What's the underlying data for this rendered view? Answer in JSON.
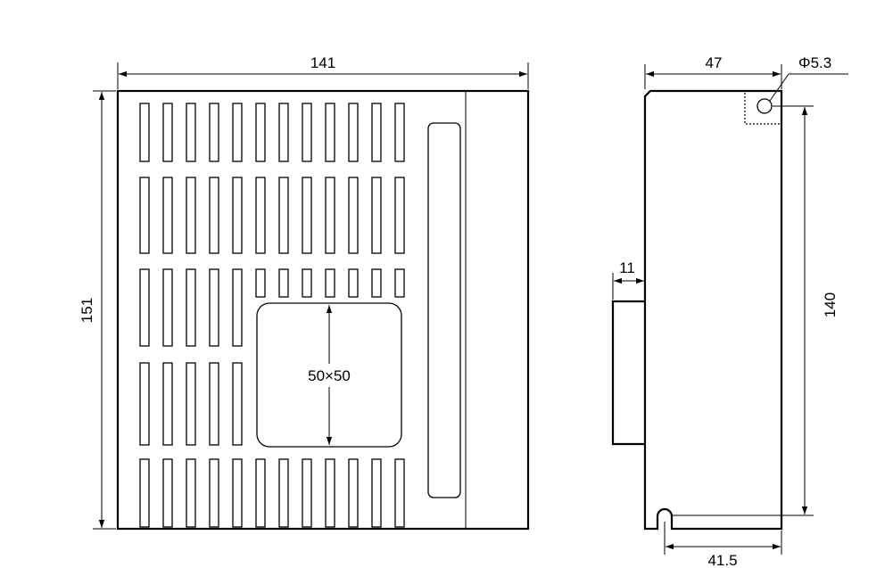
{
  "drawing": {
    "front_view": {
      "width_label": "141",
      "height_label": "151",
      "window_label": "50×50"
    },
    "side_view": {
      "depth_label": "47",
      "hole_label": "Φ5.3",
      "hole_spacing_label": "140",
      "offset_label": "11",
      "slot_offset_label": "41.5"
    }
  }
}
